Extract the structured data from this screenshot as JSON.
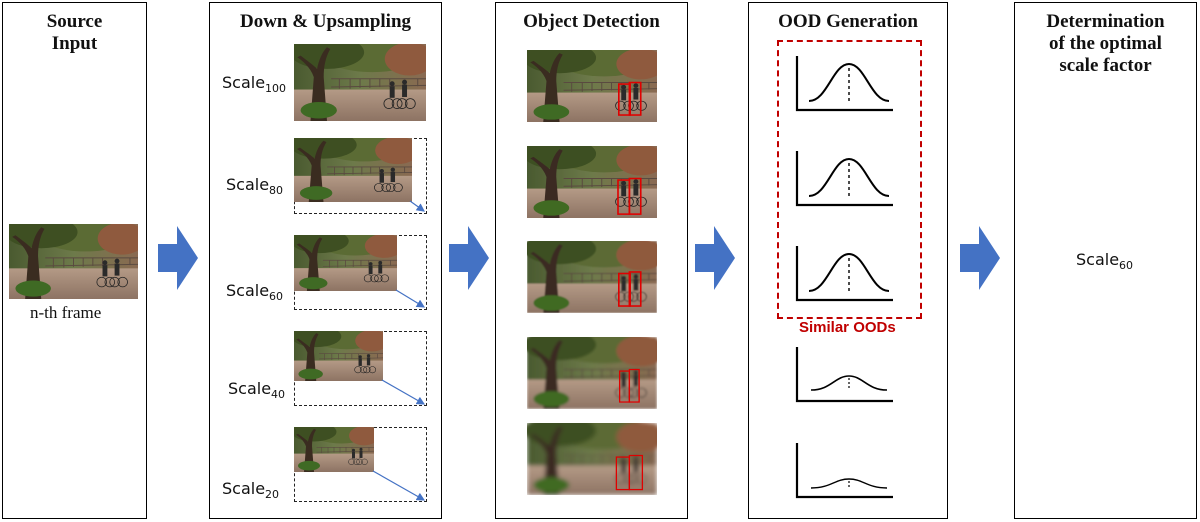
{
  "panels": {
    "source": {
      "title": "Source\nInput",
      "caption": "n-th frame"
    },
    "scaling": {
      "title": "Down & Upsampling"
    },
    "detection": {
      "title": "Object Detection"
    },
    "ood": {
      "title": "OOD Generation",
      "similar_label": "Similar OODs"
    },
    "optimal": {
      "title": "Determination\nof the optimal\nscale factor"
    }
  },
  "scales": [
    {
      "base": "Scale",
      "sub": "100"
    },
    {
      "base": "Scale",
      "sub": "80"
    },
    {
      "base": "Scale",
      "sub": "60"
    },
    {
      "base": "Scale",
      "sub": "40"
    },
    {
      "base": "Scale",
      "sub": "20"
    }
  ],
  "result": {
    "base": "Scale",
    "sub": "60"
  },
  "colors": {
    "arrow": "#4472c4",
    "highlight": "#c00000",
    "box": "#e00000"
  }
}
